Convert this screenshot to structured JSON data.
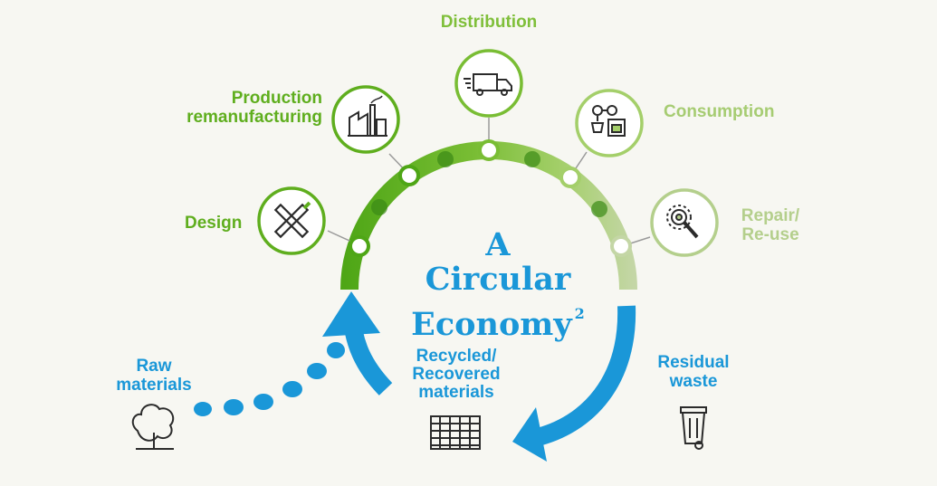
{
  "title": {
    "line1": "A",
    "line2": "Circular",
    "line3": "Economy",
    "superscript": "2"
  },
  "stages": [
    {
      "id": "design",
      "lines": [
        "Design"
      ],
      "icon": "pencil-ruler-icon"
    },
    {
      "id": "production",
      "lines": [
        "Production",
        "remanufacturing"
      ],
      "icon": "factory-icon"
    },
    {
      "id": "distribution",
      "lines": [
        "Distribution"
      ],
      "icon": "delivery-truck-icon"
    },
    {
      "id": "consumption",
      "lines": [
        "Consumption"
      ],
      "icon": "shopping-icon"
    },
    {
      "id": "repair",
      "lines": [
        "Repair/",
        "Re-use"
      ],
      "icon": "wrench-gear-icon"
    }
  ],
  "inputs": {
    "raw_materials": {
      "lines": [
        "Raw",
        "materials"
      ],
      "icon": "tree-icon"
    },
    "recycled": {
      "lines": [
        "Recycled/",
        "Recovered",
        "materials"
      ],
      "icon": "material-grid-icon"
    },
    "residual_waste": {
      "lines": [
        "Residual",
        "waste"
      ],
      "icon": "wheelie-bin-icon"
    }
  },
  "colors": {
    "background": "#f7f7f2",
    "green_dark": "#5fae1e",
    "green_light": "#b4cf8c",
    "blue": "#1a97d8"
  }
}
